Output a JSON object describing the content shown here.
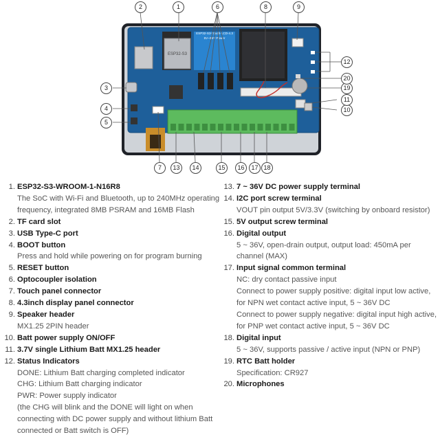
{
  "callouts": [
    {
      "label": "1"
    },
    {
      "label": "2"
    },
    {
      "label": "3"
    },
    {
      "label": "4"
    },
    {
      "label": "5"
    },
    {
      "label": "6"
    },
    {
      "label": "7"
    },
    {
      "label": "8"
    },
    {
      "label": "9"
    },
    {
      "label": "10"
    },
    {
      "label": "11"
    },
    {
      "label": "12"
    },
    {
      "label": "13"
    },
    {
      "label": "14"
    },
    {
      "label": "15"
    },
    {
      "label": "16"
    },
    {
      "label": "17"
    },
    {
      "label": "18"
    },
    {
      "label": "19"
    },
    {
      "label": "20"
    }
  ],
  "board": {
    "wifi_module_text": "ESP32-S3",
    "silk_text_1": "ESP32-S3-Touch-LCD-4.3",
    "silk_text_2": "5V~36V Power"
  },
  "items": [
    {
      "num": "1.",
      "title": "ESP32-S3-WROOM-1-N16R8",
      "lines": [
        "The SoC with Wi-Fi and Bluetooth, up to 240MHz operating",
        "frequency, integrated 8MB PSRAM and 16MB Flash"
      ]
    },
    {
      "num": "2.",
      "title": "TF card slot",
      "lines": []
    },
    {
      "num": "3.",
      "title": "USB Type-C port",
      "lines": []
    },
    {
      "num": "4.",
      "title": "BOOT button",
      "lines": [
        "Press and hold while powering on for program burning"
      ]
    },
    {
      "num": "5.",
      "title": "RESET button",
      "lines": []
    },
    {
      "num": "6.",
      "title": "Optocoupler isolation",
      "lines": []
    },
    {
      "num": "7.",
      "title": "Touch panel connector",
      "lines": []
    },
    {
      "num": "8.",
      "title": "4.3inch display panel connector",
      "lines": []
    },
    {
      "num": "9.",
      "title": "Speaker header",
      "lines": [
        "MX1.25 2PIN header"
      ]
    },
    {
      "num": "10.",
      "title": "Batt power supply ON/OFF",
      "lines": []
    },
    {
      "num": "11.",
      "title": "3.7V single Lithium Batt MX1.25 header",
      "lines": []
    },
    {
      "num": "12.",
      "title": "Status Indicators",
      "lines": [
        "DONE: Lithium Batt charging completed indicator",
        "CHG: Lithium Batt charging indicator",
        "PWR: Power supply indicator",
        "(the CHG will blink and the DONE will light on when",
        "connecting with DC power supply and without lithium Batt",
        "connected or Batt switch is OFF)"
      ]
    },
    {
      "num": "13.",
      "title": "7 ~ 36V DC power supply terminal",
      "lines": []
    },
    {
      "num": "14.",
      "title": "I2C port screw terminal",
      "lines": [
        "VOUT pin output 5V/3.3V (switching by onboard resistor)"
      ]
    },
    {
      "num": "15.",
      "title": "5V output screw terminal",
      "lines": []
    },
    {
      "num": "16.",
      "title": "Digital output",
      "lines": [
        "5 ~ 36V, open-drain output, output load: 450mA per",
        "channel (MAX)"
      ]
    },
    {
      "num": "17.",
      "title": "Input signal common terminal",
      "lines": [
        "NC: dry contact passive input",
        "Connect to power supply positive: digital input low active,",
        "for NPN wet contact active input, 5 ~ 36V DC",
        "Connect to power supply negative: digital input high active,",
        "for PNP wet contact active input, 5 ~ 36V DC"
      ]
    },
    {
      "num": "18.",
      "title": "Digital input",
      "lines": [
        "5 ~ 36V, supports passive / active input (NPN or PNP)"
      ]
    },
    {
      "num": "19.",
      "title": "RTC Batt holder",
      "lines": [
        "Specification: CR927"
      ]
    },
    {
      "num": "20.",
      "title": "Microphones",
      "lines": []
    }
  ]
}
